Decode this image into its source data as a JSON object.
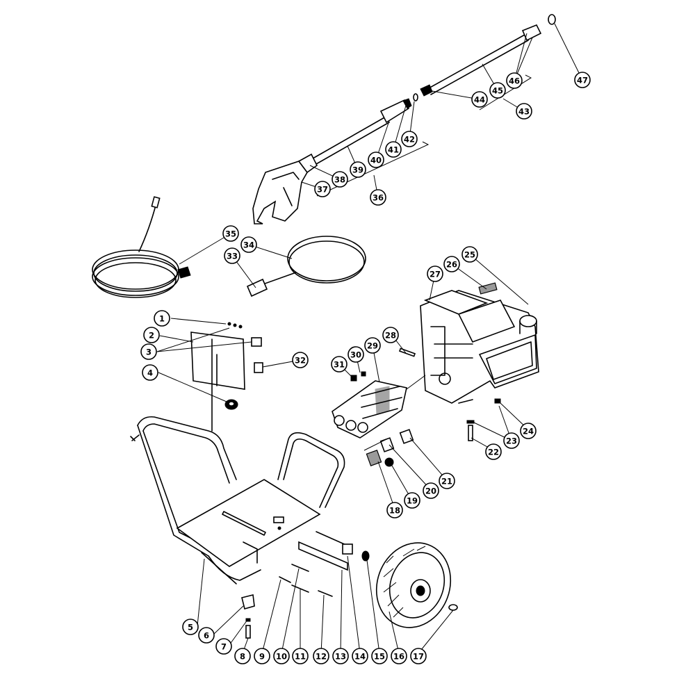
{
  "callouts": [
    {
      "n": "1"
    },
    {
      "n": "2"
    },
    {
      "n": "3"
    },
    {
      "n": "4"
    },
    {
      "n": "5"
    },
    {
      "n": "6"
    },
    {
      "n": "7"
    },
    {
      "n": "8"
    },
    {
      "n": "9"
    },
    {
      "n": "10"
    },
    {
      "n": "11"
    },
    {
      "n": "12"
    },
    {
      "n": "13"
    },
    {
      "n": "14"
    },
    {
      "n": "15"
    },
    {
      "n": "16"
    },
    {
      "n": "17"
    },
    {
      "n": "18"
    },
    {
      "n": "19"
    },
    {
      "n": "20"
    },
    {
      "n": "21"
    },
    {
      "n": "22"
    },
    {
      "n": "23"
    },
    {
      "n": "24"
    },
    {
      "n": "25"
    },
    {
      "n": "26"
    },
    {
      "n": "27"
    },
    {
      "n": "28"
    },
    {
      "n": "29"
    },
    {
      "n": "30"
    },
    {
      "n": "31"
    },
    {
      "n": "32"
    },
    {
      "n": "33"
    },
    {
      "n": "34"
    },
    {
      "n": "35"
    },
    {
      "n": "36"
    },
    {
      "n": "37"
    },
    {
      "n": "38"
    },
    {
      "n": "39"
    },
    {
      "n": "40"
    },
    {
      "n": "41"
    },
    {
      "n": "42"
    },
    {
      "n": "43"
    },
    {
      "n": "44"
    },
    {
      "n": "45"
    },
    {
      "n": "46"
    },
    {
      "n": "47"
    }
  ],
  "colors": {
    "line": "#000000",
    "background": "#ffffff"
  }
}
